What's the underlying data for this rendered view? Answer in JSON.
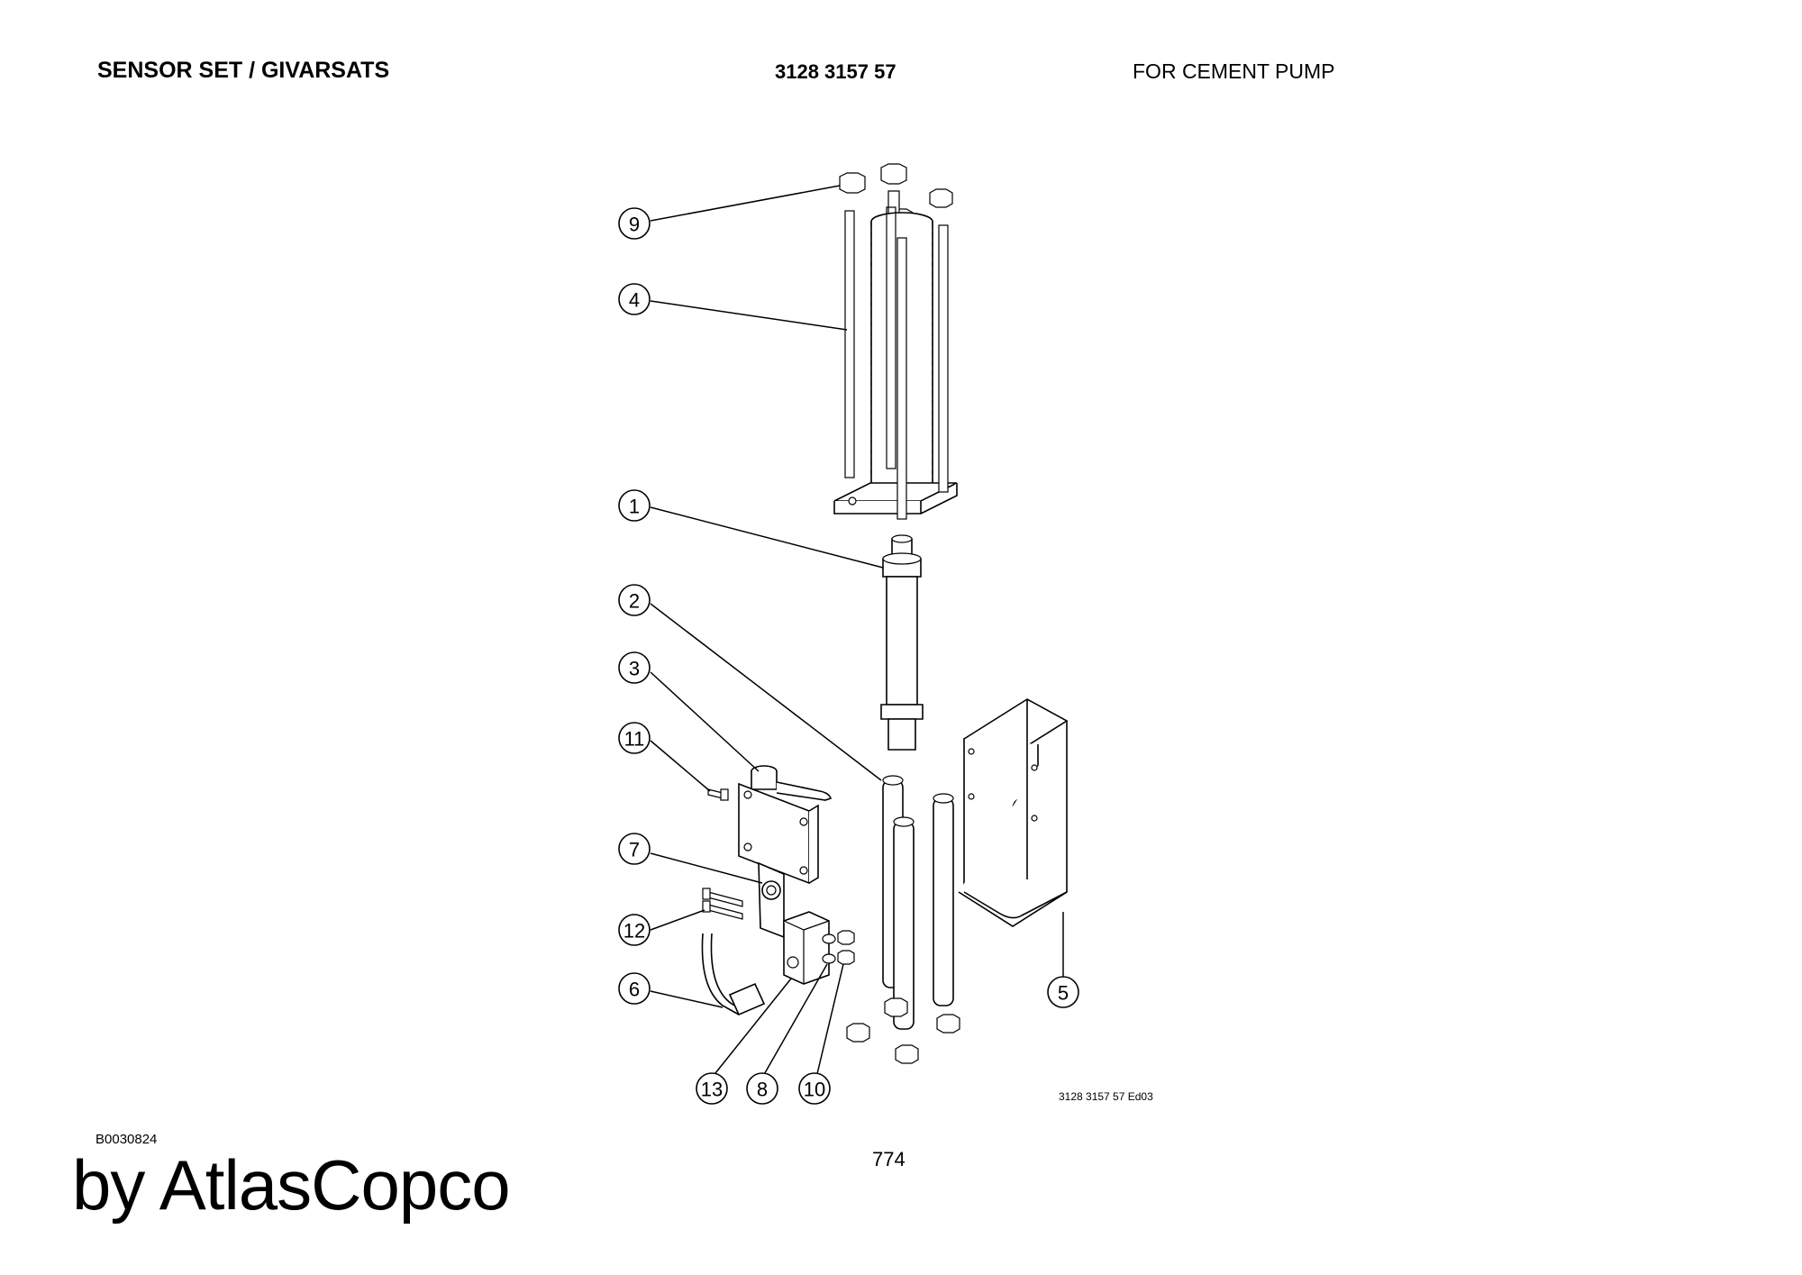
{
  "header": {
    "title": "SENSOR SET / GIVARSATS",
    "part_number": "3128 3157 57",
    "purpose": "FOR CEMENT PUMP"
  },
  "diagram": {
    "drawing_ref": "3128 3157 57 Ed03",
    "callouts": {
      "c1": "1",
      "c2": "2",
      "c3": "3",
      "c4": "4",
      "c5": "5",
      "c6": "6",
      "c7": "7",
      "c8": "8",
      "c9": "9",
      "c10": "10",
      "c11": "11",
      "c12": "12",
      "c13": "13"
    }
  },
  "footer": {
    "doc_code": "B0030824",
    "page_number": "774",
    "brand": "by AtlasCopco"
  }
}
